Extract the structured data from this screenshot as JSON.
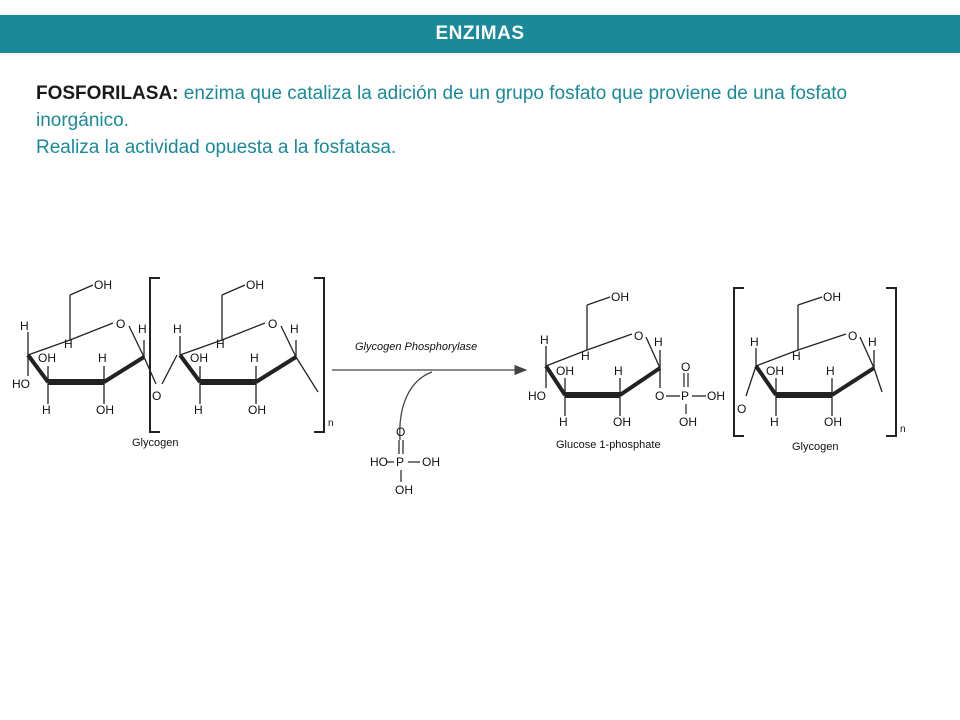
{
  "header": {
    "title": "ENZIMAS"
  },
  "body": {
    "term": "FOSFORILASA:",
    "definition": " enzima que  cataliza la adición de un grupo fosfato que proviene de una fosfato inorgánico.",
    "line2": "Realiza  la actividad opuesta a la fosfatasa."
  },
  "diagram": {
    "labels": {
      "OH": "OH",
      "H": "H",
      "HO": "HO",
      "O": "O",
      "P": "P",
      "n": "n"
    },
    "enzyme_label": "Glycogen Phosphorylase",
    "left_caption": "Glycogen",
    "middle_caption": "Glucose 1-phosphate",
    "right_caption": "Glycogen",
    "accent_color": "#1a8a9a"
  }
}
